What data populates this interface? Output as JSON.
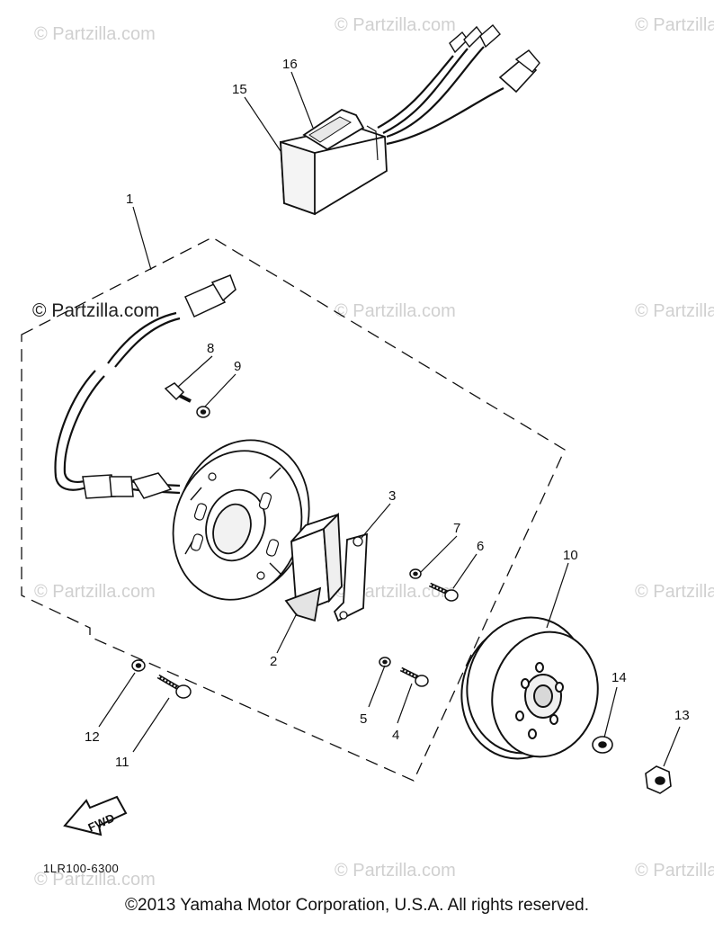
{
  "watermark": "© Partzilla.com",
  "diagram_code": "1LR100-6300",
  "fwd_label": "FWD",
  "copyright": "©2013 Yamaha Motor Corporation, U.S.A. All rights reserved.",
  "callouts": {
    "c1": "1",
    "c2": "2",
    "c3": "3",
    "c4": "4",
    "c5": "5",
    "c6": "6",
    "c7": "7",
    "c8": "8",
    "c9": "9",
    "c10": "10",
    "c11": "11",
    "c12": "12",
    "c13": "13",
    "c14": "14",
    "c15": "15",
    "c16": "16"
  },
  "parts": [
    {
      "name": "stator-assembly"
    },
    {
      "name": "pulser-coil"
    },
    {
      "name": "clamp"
    },
    {
      "name": "screw"
    },
    {
      "name": "washer"
    },
    {
      "name": "screw"
    },
    {
      "name": "washer"
    },
    {
      "name": "bolt"
    },
    {
      "name": "washer"
    },
    {
      "name": "rotor"
    },
    {
      "name": "screw"
    },
    {
      "name": "washer"
    },
    {
      "name": "nut"
    },
    {
      "name": "washer"
    },
    {
      "name": "cdi-unit"
    },
    {
      "name": "band"
    }
  ]
}
